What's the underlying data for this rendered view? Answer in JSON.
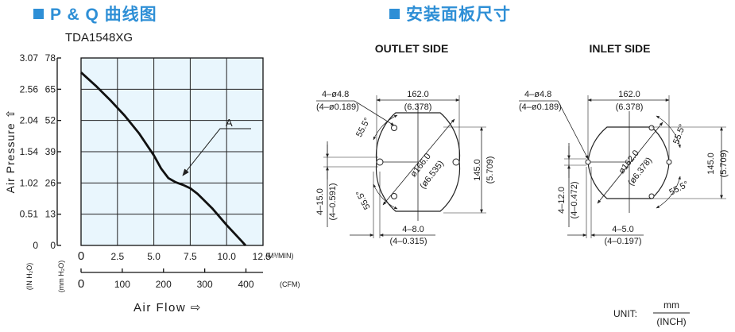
{
  "headers": {
    "pq_curve": "P & Q 曲线图",
    "panel_size": "安装面板尺寸"
  },
  "chart_data": {
    "type": "line",
    "title": "TDA1548XG",
    "x_cfm_ticks": [
      "0",
      "100",
      "200",
      "300",
      "400"
    ],
    "y_left_ticks_in_h2o": [
      "3.07",
      "2.56",
      "2.04",
      "1.54",
      "1.02",
      "0.51",
      "0"
    ],
    "y_right_ticks_mm_h2o": [
      "78",
      "65",
      "52",
      "39",
      "26",
      "13",
      "0"
    ],
    "ylabel": "Air Pressure ⇧",
    "xlabel": "Air Flow ⇨",
    "unit_in": "(IN H₂O)",
    "unit_mm": "(mm H₂O)",
    "unit_cfm": "(CFM)",
    "annotation": "A",
    "series": [
      {
        "x": [
          0,
          1,
          2,
          3,
          4,
          5,
          5.5,
          6,
          6.5,
          7,
          7.5,
          8,
          9,
          10,
          11,
          11.3
        ],
        "y": [
          72,
          66.5,
          60.5,
          54,
          46.5,
          37.5,
          32,
          28,
          26.3,
          25.2,
          23.8,
          21.5,
          15.5,
          8.5,
          2,
          0
        ]
      }
    ],
    "xlim": [
      0,
      12.5
    ],
    "ylim": [
      0,
      78
    ],
    "x_ticks": [
      0,
      2.5,
      5.0,
      7.5,
      10.0,
      12.5
    ],
    "x_tick_labels": [
      "0",
      "2.5",
      "5.0",
      "7.5",
      "10.0",
      "12.5"
    ],
    "x_unit": "(M³/MIN)",
    "cfm_ticks": [
      0,
      100,
      200,
      300,
      400
    ],
    "y_ticks": [
      0,
      13,
      26,
      39,
      52,
      65,
      78
    ],
    "grid": true
  },
  "outlet": {
    "title": "OUTLET SIDE",
    "hole_mm": "4–ø4.8",
    "hole_in": "(4–ø0.189)",
    "width_mm": "162.0",
    "width_in": "(6.378)",
    "height_mm": "145.0",
    "height_in": "(5.709)",
    "dia_mm": "ø166.0",
    "dia_in": "(ø6.535)",
    "angle_top": "55.5°",
    "angle_bottom": "55.5°",
    "vert_mm": "4–15.0",
    "vert_in": "(4–0.591)",
    "horiz_mm": "4–8.0",
    "horiz_in": "(4–0.315)"
  },
  "inlet": {
    "title": "INLET SIDE",
    "hole_mm": "4–ø4.8",
    "hole_in": "(4–ø0.189)",
    "width_mm": "162.0",
    "width_in": "(6.378)",
    "height_mm": "145.0",
    "height_in": "(5.709)",
    "dia_mm": "ø162.0",
    "dia_in": "(ø6.378)",
    "angle_top": "55.5°",
    "angle_bottom": "55.5°",
    "vert_mm": "4–12.0",
    "vert_in": "(4–0.472)",
    "horiz_mm": "4–5.0",
    "horiz_in": "(4–0.197)"
  },
  "unit": {
    "label": "UNIT:",
    "top": "mm",
    "bottom": "(INCH)"
  }
}
